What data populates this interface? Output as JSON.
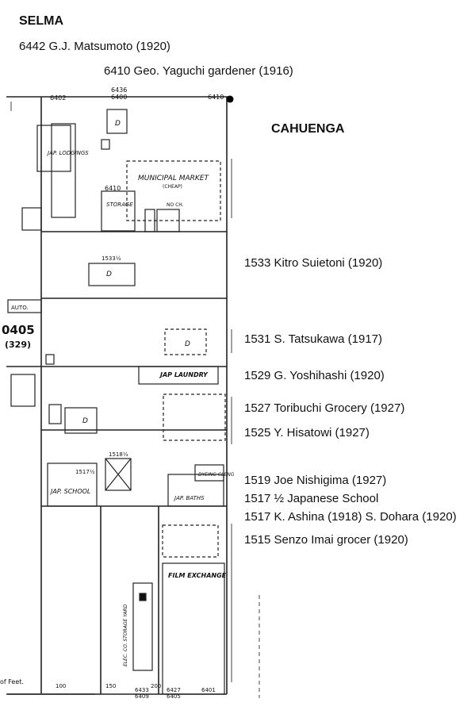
{
  "streets": {
    "selma": "SELMA",
    "cahuenga": "CAHUENGA"
  },
  "residents": [
    "6442 G.J. Matsumoto (1920)",
    "6410 Geo. Yaguchi gardener (1916)",
    "1533 Kitro Suietoni (1920)",
    "1531 S. Tatsukawa (1917)",
    "1529 G. Yoshihashi (1920)",
    "1527 Toribuchi Grocery (1927)",
    "1525 Y. Hisatowi (1927)",
    "1519 Joe Nishigima (1927)",
    "1517 ½ Japanese School",
    "1517 K. Ashina (1918) S. Dohara (1920)",
    "1515 Senzo Imai grocer (1920)"
  ],
  "map": {
    "sheet_number": "0405",
    "sheet_sub": "(329)",
    "labels": {
      "municipal_market": "MUNICIPAL MARKET",
      "cheap": "(CHEAP)",
      "no_ch": "NO CH.",
      "storage": "STORAGE",
      "jap_lodgings": "JAP. LODGINGS",
      "jap_laundry": "JAP LAUNDRY",
      "jap_school": "JAP. SCHOOL",
      "jap_baths": "JAP. BATHS",
      "dyeing_clean": "DYEING CLENG",
      "film_exchange": "FILM EXCHANGE",
      "elec_storage_yard": "ELEC. CO. STORAGE YARD",
      "auto": "AUTO.",
      "d": "D",
      "num_6402": "6402",
      "num_6410": "6410",
      "num_6400": "6400",
      "num_6436": "6436",
      "num_6410_top": "6410",
      "num_1533": "1533½",
      "num_1517": "1517½",
      "num_1518": "1518½",
      "num_6427": "6427",
      "num_6401": "6401",
      "num_6433": "6433",
      "num_6405": "6405",
      "num_6409": "6409",
      "scale_of_feet": "of Feet.",
      "scale_100": "100",
      "scale_150": "150",
      "scale_200": "200"
    }
  }
}
